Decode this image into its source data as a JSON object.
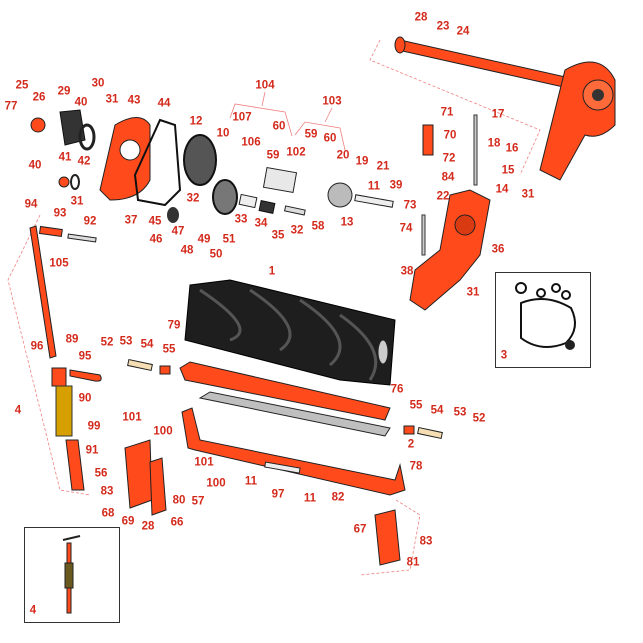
{
  "diagram": {
    "title": "Cutting unit exploded parts diagram",
    "colors": {
      "part_orange": "#ff4a1c",
      "label_red": "#d42a1c",
      "leader": "#f08080",
      "reel_black": "#1a1a1a",
      "gray": "#bfbfbf"
    },
    "callouts": [
      "28",
      "23",
      "24",
      "25",
      "26",
      "29",
      "30",
      "77",
      "40",
      "31",
      "43",
      "44",
      "104",
      "103",
      "12",
      "107",
      "10",
      "106",
      "60",
      "59",
      "102",
      "59",
      "60",
      "20",
      "19",
      "21",
      "11",
      "39",
      "71",
      "17",
      "70",
      "18",
      "16",
      "72",
      "15",
      "84",
      "14",
      "22",
      "31",
      "73",
      "74",
      "36",
      "38",
      "31",
      "40",
      "41",
      "42",
      "31",
      "94",
      "93",
      "92",
      "105",
      "37",
      "45",
      "46",
      "47",
      "48",
      "49",
      "50",
      "51",
      "32",
      "33",
      "34",
      "35",
      "32",
      "58",
      "13",
      "1",
      "79",
      "89",
      "52",
      "53",
      "54",
      "96",
      "95",
      "55",
      "90",
      "4",
      "76",
      "55",
      "54",
      "53",
      "52",
      "101",
      "99",
      "100",
      "91",
      "56",
      "101",
      "100",
      "2",
      "78",
      "83",
      "80",
      "57",
      "11",
      "97",
      "11",
      "82",
      "68",
      "69",
      "28",
      "66",
      "67",
      "83",
      "81"
    ],
    "insets": [
      {
        "label": "3"
      },
      {
        "label": "4"
      }
    ]
  }
}
